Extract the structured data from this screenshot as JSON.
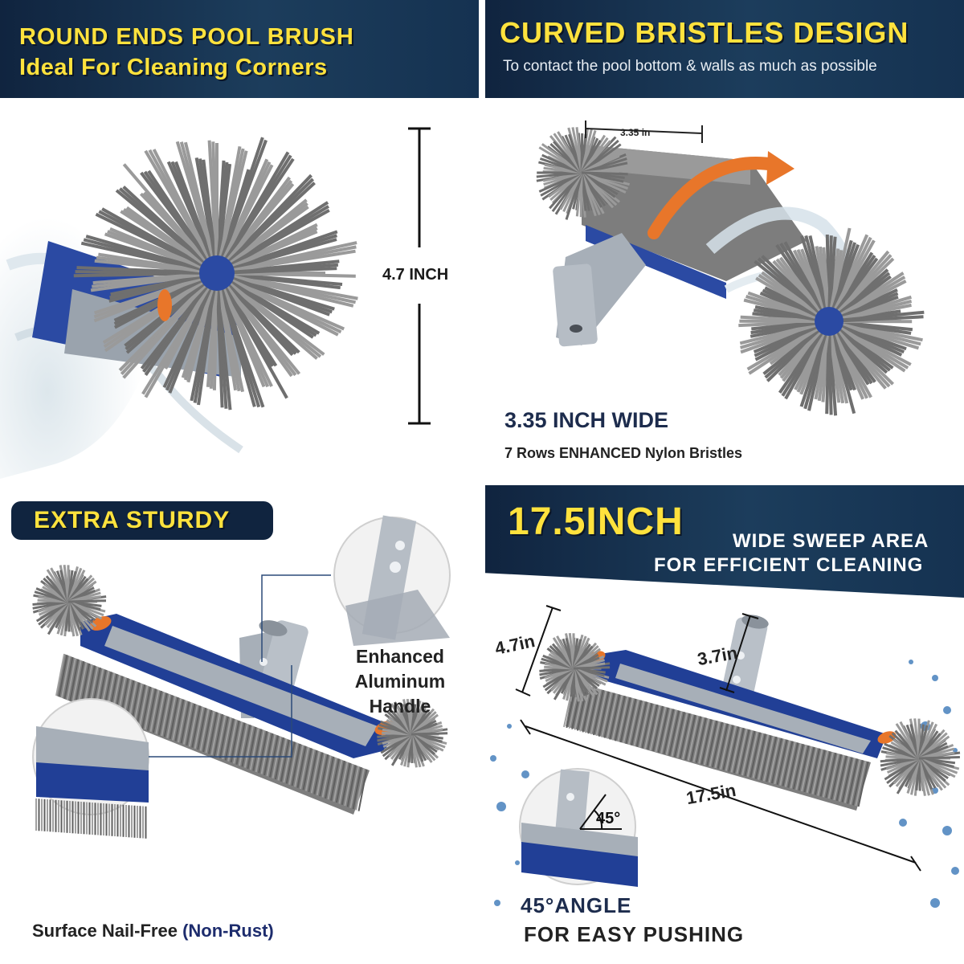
{
  "panel_round_ends": {
    "title": "ROUND ENDS POOL BRUSH",
    "subtitle": "Ideal For Cleaning Corners",
    "dimension": "4.7 INCH"
  },
  "panel_curved": {
    "title": "CURVED BRISTLES DESIGN",
    "subtitle": "To contact the pool bottom & walls as much as possible",
    "dimension_small": "3.35 in",
    "width_label": "3.35 INCH WIDE",
    "rows_label": "7 Rows ENHANCED Nylon Bristles"
  },
  "panel_sturdy": {
    "badge": "EXTRA STURDY",
    "handle_line1": "Enhanced",
    "handle_line2": "Aluminum",
    "handle_line3": "Handle",
    "surface_prefix": "Surface Nail-Free",
    "surface_suffix": "(Non-Rust)"
  },
  "panel_sweep": {
    "size": "17.5INCH",
    "line1": "WIDE SWEEP AREA",
    "line2": "FOR EFFICIENT CLEANING",
    "dim_end": "4.7in",
    "dim_handle": "3.7in",
    "dim_length": "17.5in",
    "angle": "45°",
    "angle_line1": "45°ANGLE",
    "angle_line2": "FOR EASY PUSHING"
  },
  "colors": {
    "banner": "#10243f",
    "headline_yellow": "#ffe23d",
    "brush_blue": "#1f3b8f",
    "bristle_gray": "#7d7d7d",
    "accent_orange": "#e8762a"
  }
}
